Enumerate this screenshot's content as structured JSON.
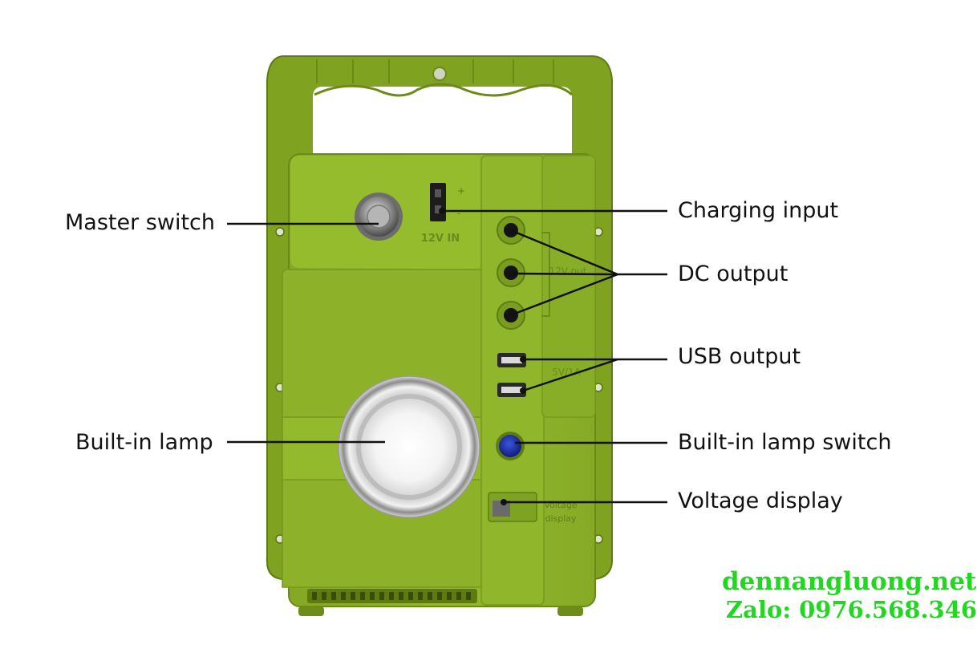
{
  "device": {
    "port_label_charging": "12V IN",
    "port_label_dc": "12V out",
    "port_label_usb": "5V/1A",
    "display_label_line1": "Voltage",
    "display_label_line2": "display"
  },
  "callouts": {
    "master_switch": "Master switch",
    "charging_input": "Charging input",
    "dc_output": "DC output",
    "usb_output": "USB output",
    "builtin_lamp": "Built-in lamp",
    "builtin_lamp_switch": "Built-in lamp switch",
    "voltage_display": "Voltage display"
  },
  "watermark": {
    "site": "dennangluong.net",
    "contact": "Zalo: 0976.568.346"
  },
  "colors": {
    "body_green": "#8fb52a",
    "shadow_green": "#6f8f1c",
    "highlight_green": "#a6c83a",
    "watermark_green": "#22d622",
    "lamp_button_blue": "#1b2fa8"
  }
}
